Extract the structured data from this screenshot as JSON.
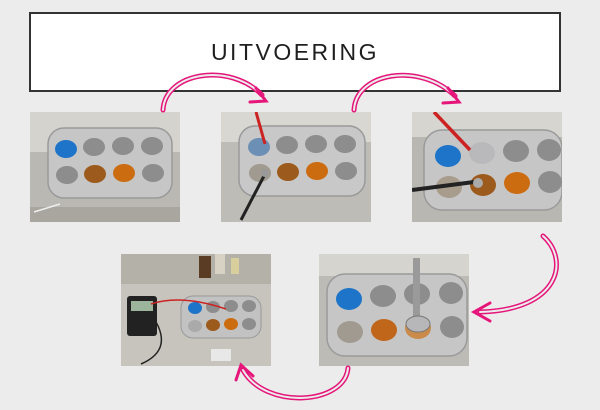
{
  "slide": {
    "title": "UITVOERING"
  },
  "photos": [
    {
      "name": "step-1",
      "content": "spot-plate-with-solutions"
    },
    {
      "name": "step-2",
      "content": "electrodes-in-blue-well"
    },
    {
      "name": "step-3",
      "content": "electrodes-and-electroplated-disc"
    },
    {
      "name": "step-4",
      "content": "multimeter-measurement-setup"
    },
    {
      "name": "step-5",
      "content": "disc-on-stand-in-well"
    }
  ],
  "colors": {
    "arrow": "#e6157a",
    "background": "#ececec",
    "title_border": "#333333",
    "blue_solution": "#1d74c9",
    "orange_solution": "#c86a10",
    "plate": "#c9c9c9"
  },
  "icons": {
    "flow_arrow": "curved-arrow-icon"
  }
}
